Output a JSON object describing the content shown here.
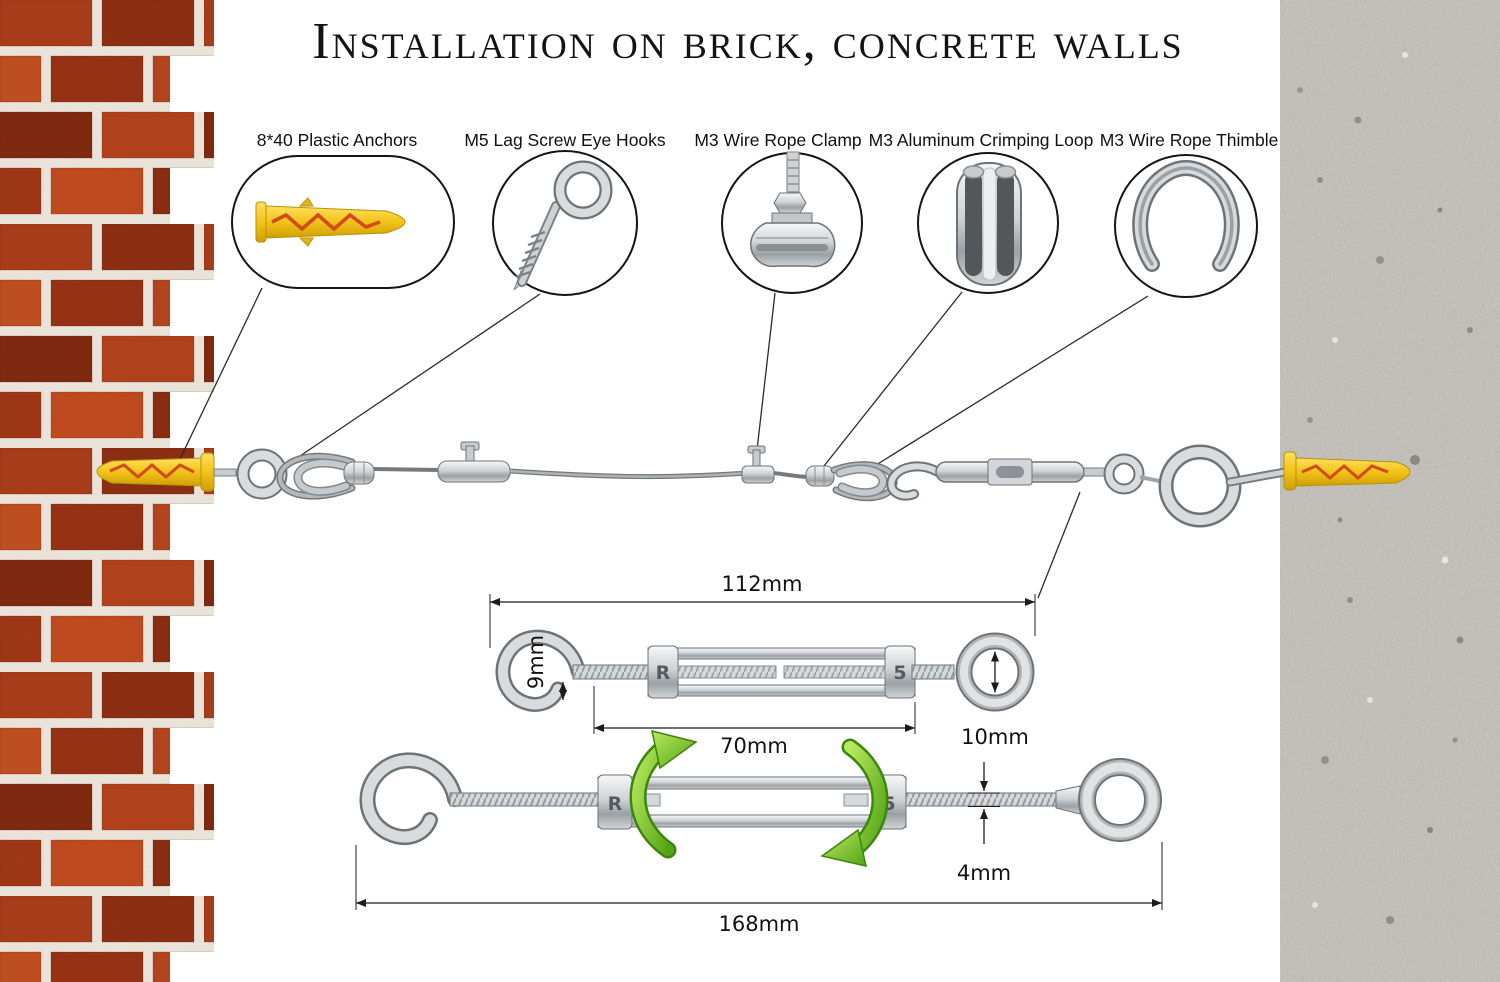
{
  "title": "Installation on brick, concrete walls",
  "callouts": [
    {
      "label": "8*40 Plastic Anchors"
    },
    {
      "label": "M5 Lag Screw Eye Hooks"
    },
    {
      "label": "M3 Wire Rope Clamp"
    },
    {
      "label": "M3 Aluminum Crimping Loop"
    },
    {
      "label": "M3 Wire Rope Thimble"
    }
  ],
  "diagrams": {
    "closed_turnbuckle": {
      "overall_length": "112mm",
      "body_length": "70mm",
      "hook_opening": "9mm",
      "eye_inner_diameter": "10mm",
      "mark_left": "R",
      "mark_right": "5"
    },
    "open_turnbuckle": {
      "overall_length": "168mm",
      "thread_diameter": "4mm",
      "mark_left": "R",
      "mark_right": "5"
    }
  },
  "colors": {
    "anchor_yellow": "#f2c318",
    "anchor_slot_red": "#d14a18",
    "metal_light": "#d9dcde",
    "metal_dark": "#6e7377",
    "arrow_green": "#6cbf2a",
    "brick_red": "#a93a18",
    "mortar": "#f0eae1",
    "concrete_gray": "#b9b7af"
  }
}
